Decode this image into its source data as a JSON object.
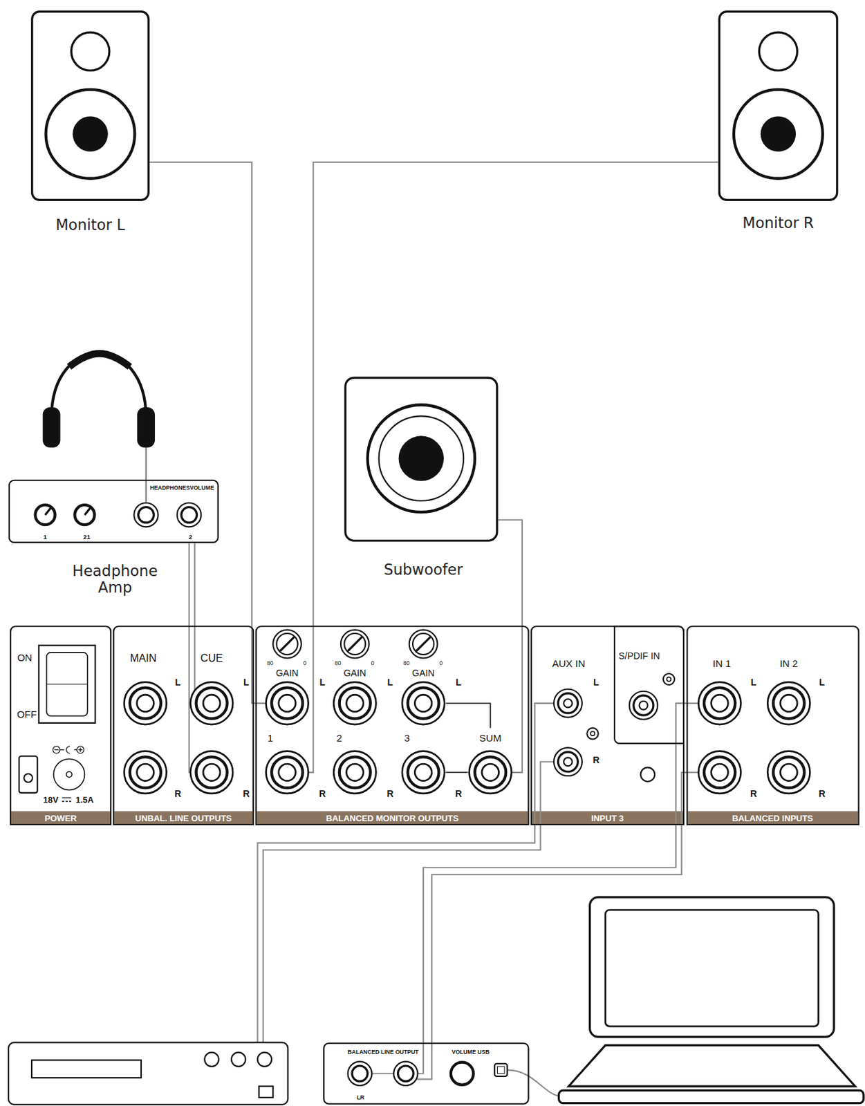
{
  "diagram": {
    "nodes": [
      {
        "text": [
          "Monitor L"
        ]
      },
      {
        "text": [
          "Monitor R"
        ]
      },
      {
        "text": [
          "HEADPHONESVOLUME",
          "1",
          "21",
          "2",
          "Headphone Amp"
        ]
      },
      {
        "text": [
          "Subwoofer"
        ]
      },
      {
        "text": [
          "ON",
          "OFF",
          "18V",
          "1.5A",
          "POWER"
        ]
      },
      {
        "text": [
          "MAIN",
          "CUE",
          "L",
          "L",
          "R",
          "R",
          "UNBAL. LINE OUTPUTS"
        ]
      },
      {
        "text": [
          "80",
          "0",
          "GAIN",
          "80",
          "0",
          "GAIN",
          "80",
          "0",
          "GAIN",
          "L",
          "L",
          "L",
          "1",
          "2",
          "3",
          "SUM",
          "R",
          "R",
          "R",
          "BALANCED MONITOR OUTPUTS"
        ]
      },
      {
        "text": [
          "AUX IN",
          "L",
          "R",
          "INPUT 3"
        ]
      },
      {
        "text": [
          "S/PDIF IN"
        ],
        "in": 7
      },
      {
        "text": [
          "IN 1",
          "IN 2",
          "L",
          "L",
          "R",
          "R",
          "BALANCED INPUTS"
        ]
      },
      {
        "text": [
          "BALANCED LINE OUTPUT",
          "VOLUME USB",
          "LR"
        ]
      }
    ],
    "edges": [
      {
        "from": 0,
        "to": 6,
        "arrow": "none"
      },
      {
        "from": 1,
        "to": 6,
        "arrow": "none"
      },
      {
        "from": 3,
        "to": 6,
        "arrow": "none"
      },
      {
        "from": 2,
        "to": 5,
        "arrow": "none"
      },
      {
        "from": 2,
        "to": 5,
        "arrow": "none"
      },
      {
        "from": 10,
        "to": 9,
        "arrow": "none"
      },
      {
        "from": 10,
        "to": 9,
        "arrow": "none"
      }
    ]
  }
}
